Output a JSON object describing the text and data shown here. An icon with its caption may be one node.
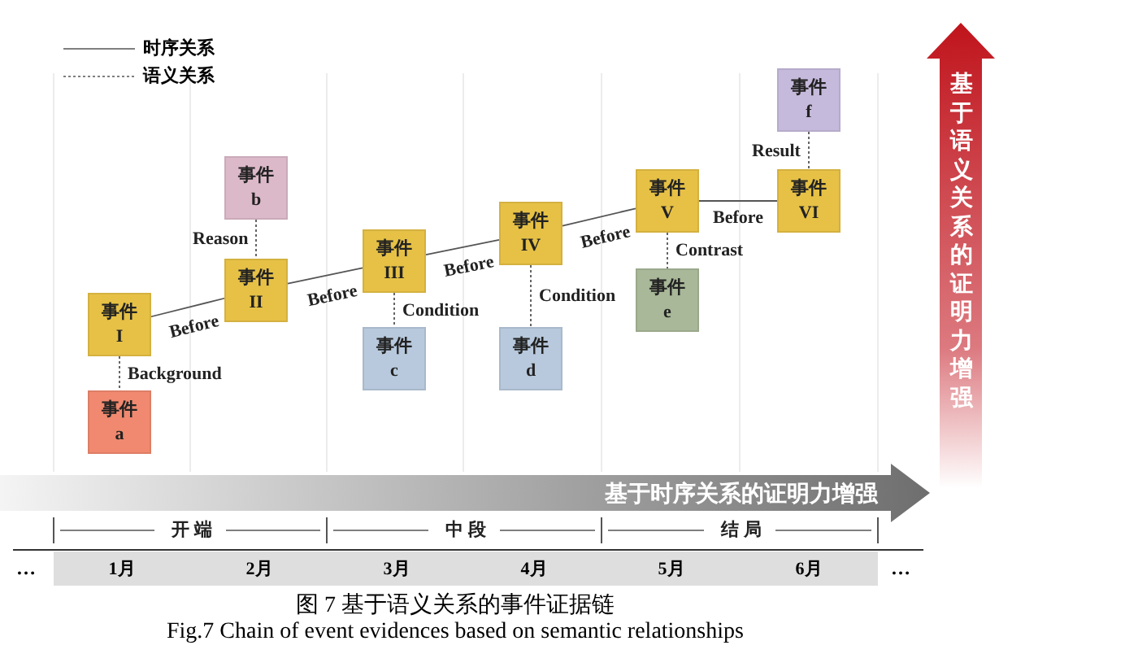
{
  "diagram": {
    "caption": "图 7 基于语义关系的事件证据链",
    "nodes": [
      {
        "text": [
          "事件 I"
        ]
      },
      {
        "text": [
          "事件 II"
        ]
      },
      {
        "text": [
          "事件 III"
        ]
      },
      {
        "text": [
          "事件 IV"
        ]
      },
      {
        "text": [
          "事件 V"
        ]
      },
      {
        "text": [
          "事件 VI"
        ]
      },
      {
        "text": [
          "事件 a"
        ]
      },
      {
        "text": [
          "事件 b"
        ]
      },
      {
        "text": [
          "事件 c"
        ]
      },
      {
        "text": [
          "事件 d"
        ]
      },
      {
        "text": [
          "事件 e"
        ]
      },
      {
        "text": [
          "事件 f"
        ]
      }
    ],
    "edges": [
      {
        "from": 0,
        "to": 1,
        "arrow": "none",
        "label": "Before"
      },
      {
        "from": 1,
        "to": 2,
        "arrow": "none",
        "label": "Before"
      },
      {
        "from": 2,
        "to": 3,
        "arrow": "none",
        "label": "Before"
      },
      {
        "from": 3,
        "to": 4,
        "arrow": "none",
        "label": "Before"
      },
      {
        "from": 4,
        "to": 5,
        "arrow": "none",
        "label": "Before"
      },
      {
        "from": 0,
        "to": 6,
        "arrow": "none",
        "label": "Background",
        "style": "dashed"
      },
      {
        "from": 7,
        "to": 1,
        "arrow": "none",
        "label": "Reason",
        "style": "dashed"
      },
      {
        "from": 2,
        "to": 8,
        "arrow": "none",
        "label": "Condition",
        "style": "dashed"
      },
      {
        "from": 3,
        "to": 9,
        "arrow": "none",
        "label": "Condition",
        "style": "dashed"
      },
      {
        "from": 4,
        "to": 10,
        "arrow": "none",
        "label": "Contrast",
        "style": "dashed"
      },
      {
        "from": 11,
        "to": 5,
        "arrow": "none",
        "label": "Result",
        "style": "dashed"
      }
    ],
    "labels": [
      "基于语义关系的证明力增强",
      "基于时序关系的证明力增强",
      "开 端",
      "中 段",
      "结 局",
      "…",
      "1月",
      "2月",
      "3月",
      "4月",
      "5月",
      "6月",
      "…",
      "Fig.7 Chain of event evidences based on semantic relationships"
    ],
    "legend": [
      {
        "text": "时序关系"
      },
      {
        "text": "语义关系"
      }
    ]
  }
}
